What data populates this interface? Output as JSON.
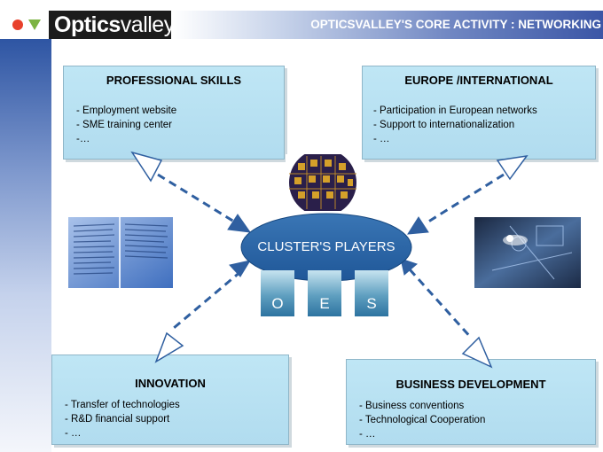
{
  "header": {
    "logo_bold": "Optics",
    "logo_light": "valley",
    "title": "OPTICSVALLEY'S CORE ACTIVITY : NETWORKING"
  },
  "center": {
    "label": "CLUSTER'S PLAYERS"
  },
  "oes": [
    "O",
    "E",
    "S"
  ],
  "boxes": {
    "professional_skills": {
      "title": "PROFESSIONAL SKILLS",
      "items": [
        "- Employment website",
        "- SME training center",
        "-…"
      ]
    },
    "europe_international": {
      "title": "EUROPE /INTERNATIONAL",
      "items": [
        "- Participation in European networks",
        "- Support to internationalization",
        "- …"
      ]
    },
    "innovation": {
      "title": "INNOVATION",
      "items": [
        "- Transfer of technologies",
        "- R&D financial support",
        "- …"
      ]
    },
    "business_development": {
      "title": "BUSINESS DEVELOPMENT",
      "items": [
        "- Business conventions",
        "- Technological Cooperation",
        "- …"
      ]
    }
  },
  "colors": {
    "accent_blue": "#2f5fa0",
    "box_fill": "#b8e0f2",
    "logo_red": "#e8412c",
    "logo_green": "#7cb342"
  }
}
